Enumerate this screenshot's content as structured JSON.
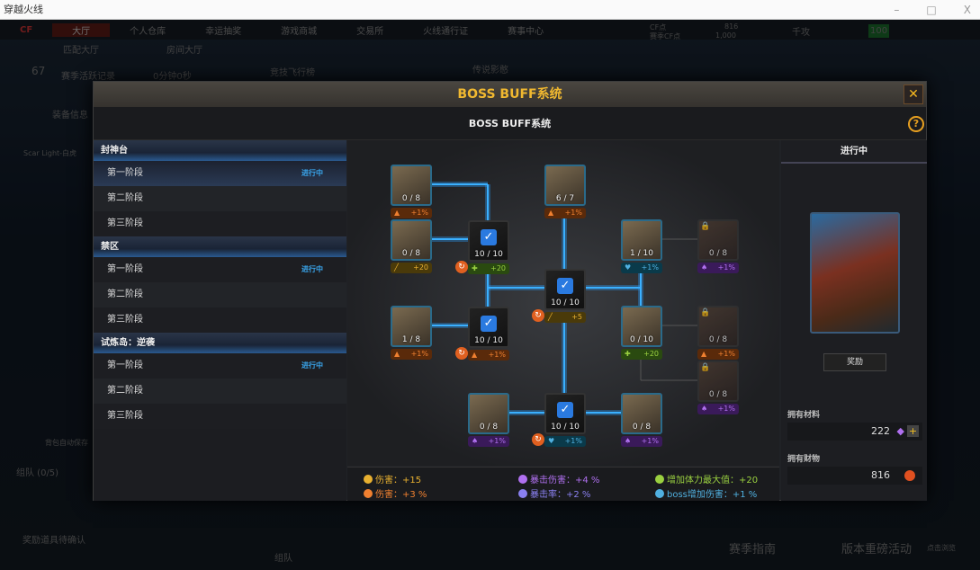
{
  "window": {
    "title": "穿越火线",
    "min": "–",
    "max": "□",
    "close": "X"
  },
  "background": {
    "nav": [
      "大厅",
      "个人仓库",
      "幸运抽奖",
      "游戏商城",
      "交易所",
      "火线通行证",
      "赛事中心"
    ],
    "cf_label": "CF点",
    "cf_value": "816",
    "season_cf_label": "赛季CF点",
    "season_cf_value": "1,000",
    "user": "千攻",
    "level_badge": "100",
    "subnav": [
      "匹配大厅",
      "房间大厅"
    ],
    "season_level": "67",
    "season_record": "赛季活跃记录",
    "timer": "0分钟0秒",
    "ranking": "竞技飞行榜",
    "legend_tab": "传说影憨",
    "equip_info": "装备信息",
    "weapon1": "Scar Light-白虎",
    "team": "组队 (0/5)",
    "reward_confirm": "奖励道具待确认",
    "guide": "赛季指南",
    "event": "版本重磅活动",
    "event_sub": "点击浏览",
    "team_btn": "组队",
    "backpack_save": "背包自动保存"
  },
  "modal": {
    "title": "BOSS BUFF系统",
    "subtitle": "BOSS BUFF系统",
    "close_icon": "close-icon",
    "help_icon": "help-icon"
  },
  "stages": [
    {
      "name": "封神台",
      "items": [
        {
          "label": "第一阶段",
          "status": "进行中"
        },
        {
          "label": "第二阶段",
          "status": ""
        },
        {
          "label": "第三阶段",
          "status": ""
        }
      ]
    },
    {
      "name": "禁区",
      "items": [
        {
          "label": "第一阶段",
          "status": "进行中"
        },
        {
          "label": "第二阶段",
          "status": ""
        },
        {
          "label": "第三阶段",
          "status": ""
        }
      ]
    },
    {
      "name": "试炼岛：逆袭",
      "items": [
        {
          "label": "第一阶段",
          "status": "进行中"
        },
        {
          "label": "第二阶段",
          "status": ""
        },
        {
          "label": "第三阶段",
          "status": ""
        }
      ]
    }
  ],
  "nodes": [
    {
      "count": "0 / 8",
      "bonus": "+1%",
      "type": "fire",
      "state": "normal"
    },
    {
      "count": "0 / 8",
      "bonus": "+20",
      "type": "weapon",
      "state": "normal"
    },
    {
      "count": "10 / 10",
      "bonus": "+20",
      "type": "hp",
      "state": "done"
    },
    {
      "count": "6 / 7",
      "bonus": "+1%",
      "type": "fire",
      "state": "normal"
    },
    {
      "count": "10 / 10",
      "bonus": "+5",
      "type": "weapon",
      "state": "done"
    },
    {
      "count": "1 / 8",
      "bonus": "+1%",
      "type": "fire",
      "state": "normal"
    },
    {
      "count": "10 / 10",
      "bonus": "+1%",
      "type": "fire",
      "state": "done"
    },
    {
      "count": "1 / 10",
      "bonus": "+1%",
      "type": "boss",
      "state": "normal"
    },
    {
      "count": "0 / 8",
      "bonus": "+1%",
      "type": "crit",
      "state": "locked"
    },
    {
      "count": "0 / 10",
      "bonus": "+20",
      "type": "hp",
      "state": "normal"
    },
    {
      "count": "0 / 8",
      "bonus": "+1%",
      "type": "fire",
      "state": "locked"
    },
    {
      "count": "0 / 8",
      "bonus": "+1%",
      "type": "crit",
      "state": "locked"
    },
    {
      "count": "0 / 8",
      "bonus": "+1%",
      "type": "crit",
      "state": "normal"
    },
    {
      "count": "10 / 10",
      "bonus": "+1%",
      "type": "boss",
      "state": "done"
    },
    {
      "count": "0 / 8",
      "bonus": "+1%",
      "type": "crit",
      "state": "normal"
    }
  ],
  "legend": [
    {
      "label": "伤害：+15",
      "color": "#e8b030"
    },
    {
      "label": "伤害：+3 %",
      "color": "#f08030"
    },
    {
      "label": "暴击伤害：+4 %",
      "color": "#b070f0"
    },
    {
      "label": "暴击率：+2 %",
      "color": "#8a80f0"
    },
    {
      "label": "增加体力最大值：+20",
      "color": "#9ad040"
    },
    {
      "label": "boss增加伤害：+1 %",
      "color": "#50b0e0"
    }
  ],
  "right": {
    "status": "进行中",
    "reward_button": "奖励",
    "materials_label": "拥有材料",
    "materials_value": "222",
    "wealth_label": "拥有财物",
    "wealth_value": "816"
  },
  "colors": {
    "accent": "#f0b830",
    "link_blue": "#3aa8f0",
    "line_blue": "#2aa0ff"
  }
}
